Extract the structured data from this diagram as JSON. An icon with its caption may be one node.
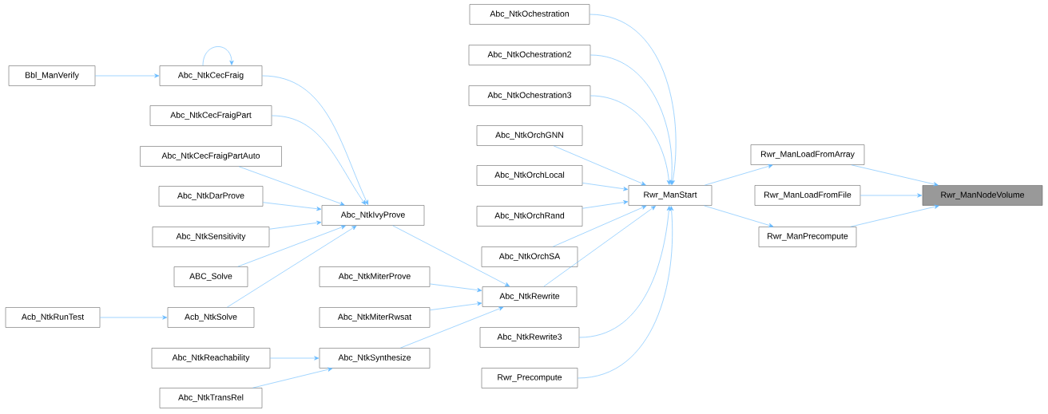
{
  "diagram": {
    "nodes": [
      {
        "text": [
          "Rwr_ManNodeVolume"
        ]
      },
      {
        "text": [
          "Rwr_ManLoadFromArray"
        ]
      },
      {
        "text": [
          "Rwr_ManLoadFromFile"
        ]
      },
      {
        "text": [
          "Rwr_ManPrecompute"
        ]
      },
      {
        "text": [
          "Rwr_ManStart"
        ]
      },
      {
        "text": [
          "Abc_NtkOchestration"
        ]
      },
      {
        "text": [
          "Abc_NtkOchestration2"
        ]
      },
      {
        "text": [
          "Abc_NtkOchestration3"
        ]
      },
      {
        "text": [
          "Abc_NtkOrchGNN"
        ]
      },
      {
        "text": [
          "Abc_NtkOrchLocal"
        ]
      },
      {
        "text": [
          "Abc_NtkOrchRand"
        ]
      },
      {
        "text": [
          "Abc_NtkOrchSA"
        ]
      },
      {
        "text": [
          "Abc_NtkRewrite"
        ]
      },
      {
        "text": [
          "Abc_NtkRewrite3"
        ]
      },
      {
        "text": [
          "Rwr_Precompute"
        ]
      },
      {
        "text": [
          "Abc_NtkIvyProve"
        ]
      },
      {
        "text": [
          "Abc_NtkMiterProve"
        ]
      },
      {
        "text": [
          "Abc_NtkMiterRwsat"
        ]
      },
      {
        "text": [
          "Abc_NtkSynthesize"
        ]
      },
      {
        "text": [
          "Abc_NtkCecFraig"
        ]
      },
      {
        "text": [
          "Abc_NtkCecFraigPart"
        ]
      },
      {
        "text": [
          "Abc_NtkCecFraigPartAuto"
        ]
      },
      {
        "text": [
          "Abc_NtkDarProve"
        ]
      },
      {
        "text": [
          "Abc_NtkSensitivity"
        ]
      },
      {
        "text": [
          "ABC_Solve"
        ]
      },
      {
        "text": [
          "Acb_NtkSolve"
        ]
      },
      {
        "text": [
          "Abc_NtkReachability"
        ]
      },
      {
        "text": [
          "Abc_NtkTransRel"
        ]
      },
      {
        "text": [
          "Bbl_ManVerify"
        ]
      },
      {
        "text": [
          "Acb_NtkRunTest"
        ]
      }
    ],
    "edges": [
      {
        "from": 1,
        "to": 0,
        "arrow": "to"
      },
      {
        "from": 2,
        "to": 0,
        "arrow": "to"
      },
      {
        "from": 3,
        "to": 0,
        "arrow": "to"
      },
      {
        "from": 4,
        "to": 1,
        "arrow": "to"
      },
      {
        "from": 4,
        "to": 3,
        "arrow": "to"
      },
      {
        "from": 5,
        "to": 4,
        "arrow": "to"
      },
      {
        "from": 6,
        "to": 4,
        "arrow": "to"
      },
      {
        "from": 7,
        "to": 4,
        "arrow": "to"
      },
      {
        "from": 8,
        "to": 4,
        "arrow": "to"
      },
      {
        "from": 9,
        "to": 4,
        "arrow": "to"
      },
      {
        "from": 10,
        "to": 4,
        "arrow": "to"
      },
      {
        "from": 11,
        "to": 4,
        "arrow": "to"
      },
      {
        "from": 12,
        "to": 4,
        "arrow": "to"
      },
      {
        "from": 13,
        "to": 4,
        "arrow": "to"
      },
      {
        "from": 14,
        "to": 4,
        "arrow": "to"
      },
      {
        "from": 15,
        "to": 12,
        "arrow": "to"
      },
      {
        "from": 16,
        "to": 12,
        "arrow": "to"
      },
      {
        "from": 17,
        "to": 12,
        "arrow": "to"
      },
      {
        "from": 18,
        "to": 12,
        "arrow": "to"
      },
      {
        "from": 19,
        "to": 15,
        "arrow": "to"
      },
      {
        "from": 20,
        "to": 15,
        "arrow": "to"
      },
      {
        "from": 21,
        "to": 15,
        "arrow": "to"
      },
      {
        "from": 22,
        "to": 15,
        "arrow": "to"
      },
      {
        "from": 23,
        "to": 15,
        "arrow": "to"
      },
      {
        "from": 24,
        "to": 15,
        "arrow": "to"
      },
      {
        "from": 25,
        "to": 15,
        "arrow": "to"
      },
      {
        "from": 26,
        "to": 18,
        "arrow": "to"
      },
      {
        "from": 27,
        "to": 18,
        "arrow": "to"
      },
      {
        "from": 28,
        "to": 19,
        "arrow": "to"
      },
      {
        "from": 29,
        "to": 25,
        "arrow": "to"
      },
      {
        "from": 19,
        "to": 19,
        "arrow": "to"
      }
    ]
  }
}
